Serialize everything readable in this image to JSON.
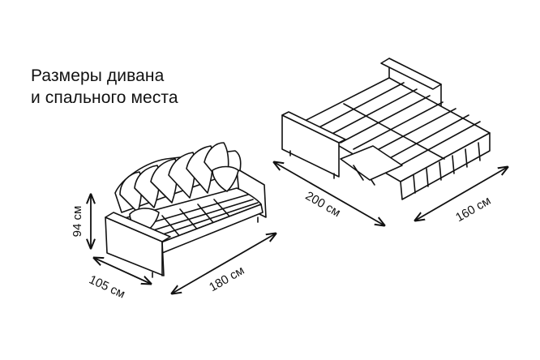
{
  "title": {
    "line1": "Размеры дивана",
    "line2": "и спального места"
  },
  "dimensions": {
    "sofa_height": "94 см",
    "sofa_depth": "105 см",
    "sofa_width": "180 см",
    "bed_length": "200 см",
    "bed_width": "160 см"
  }
}
